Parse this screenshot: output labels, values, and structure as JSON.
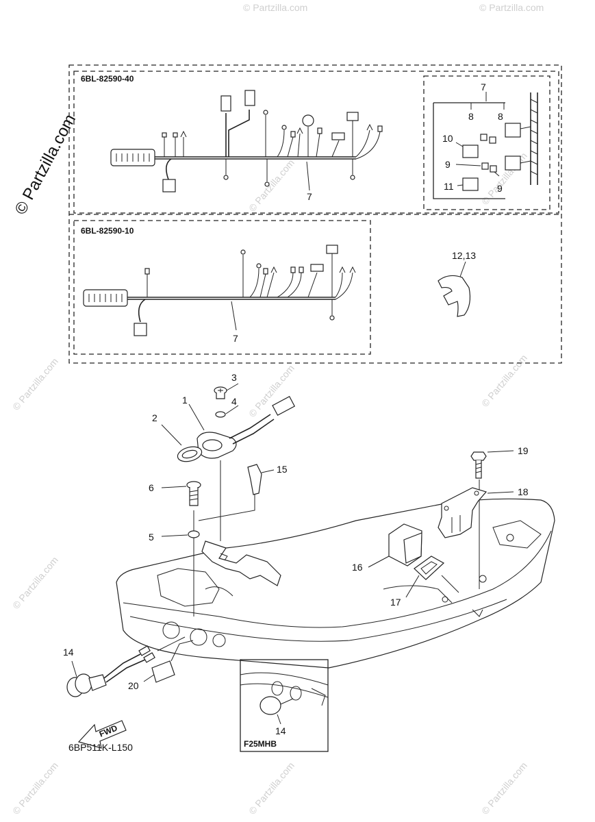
{
  "watermark": {
    "side_text": "© Partzilla.com",
    "repeat_text": "© Partzilla.com"
  },
  "harness_codes": {
    "upper": "6BL-82590-40",
    "lower": "6BL-82590-10"
  },
  "inset_label": "F25MHB",
  "figure_code": "6BP511K-L150",
  "fwd_label": "FWD",
  "callouts": {
    "n1": "1",
    "n2": "2",
    "n3": "3",
    "n4": "4",
    "n5": "5",
    "n6": "6",
    "n7_upper": "7",
    "n7_lower": "7",
    "n7_inset": "7",
    "n8a": "8",
    "n8b": "8",
    "n9a": "9",
    "n9b": "9",
    "n10": "10",
    "n11": "11",
    "n12_13": "12,13",
    "n14": "14",
    "n14_inset": "14",
    "n15": "15",
    "n16": "16",
    "n17": "17",
    "n18": "18",
    "n19": "19",
    "n20": "20"
  }
}
